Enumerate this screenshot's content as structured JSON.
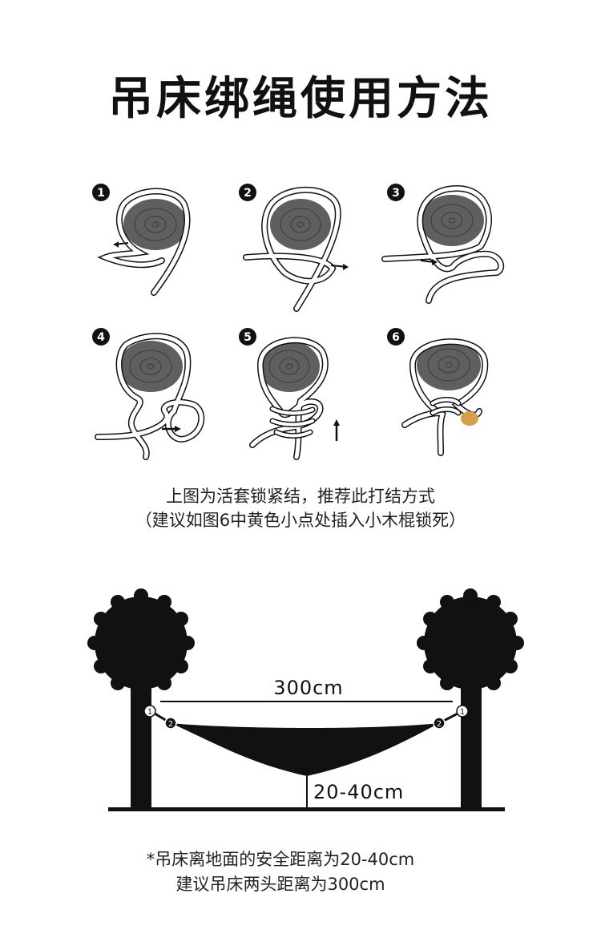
{
  "title": "吊床绑绳使用方法",
  "steps": [
    {
      "number": "1"
    },
    {
      "number": "2"
    },
    {
      "number": "3"
    },
    {
      "number": "4"
    },
    {
      "number": "5"
    },
    {
      "number": "6"
    }
  ],
  "caption": {
    "line1": "上图为活套锁紧结，推荐此打结方式",
    "line2": "（建议如图6中黄色小点处插入小木棍锁死）"
  },
  "diagram": {
    "span_label": "300cm",
    "height_label": "20-40cm",
    "marker_1": "1",
    "marker_2": "2"
  },
  "notes": {
    "line1": "*吊床离地面的安全距离为20-40cm",
    "line2": "建议吊床两头距离为300cm"
  },
  "colors": {
    "log": "#5f5f5f",
    "stick": "#d4a04a",
    "ink": "#111111"
  }
}
